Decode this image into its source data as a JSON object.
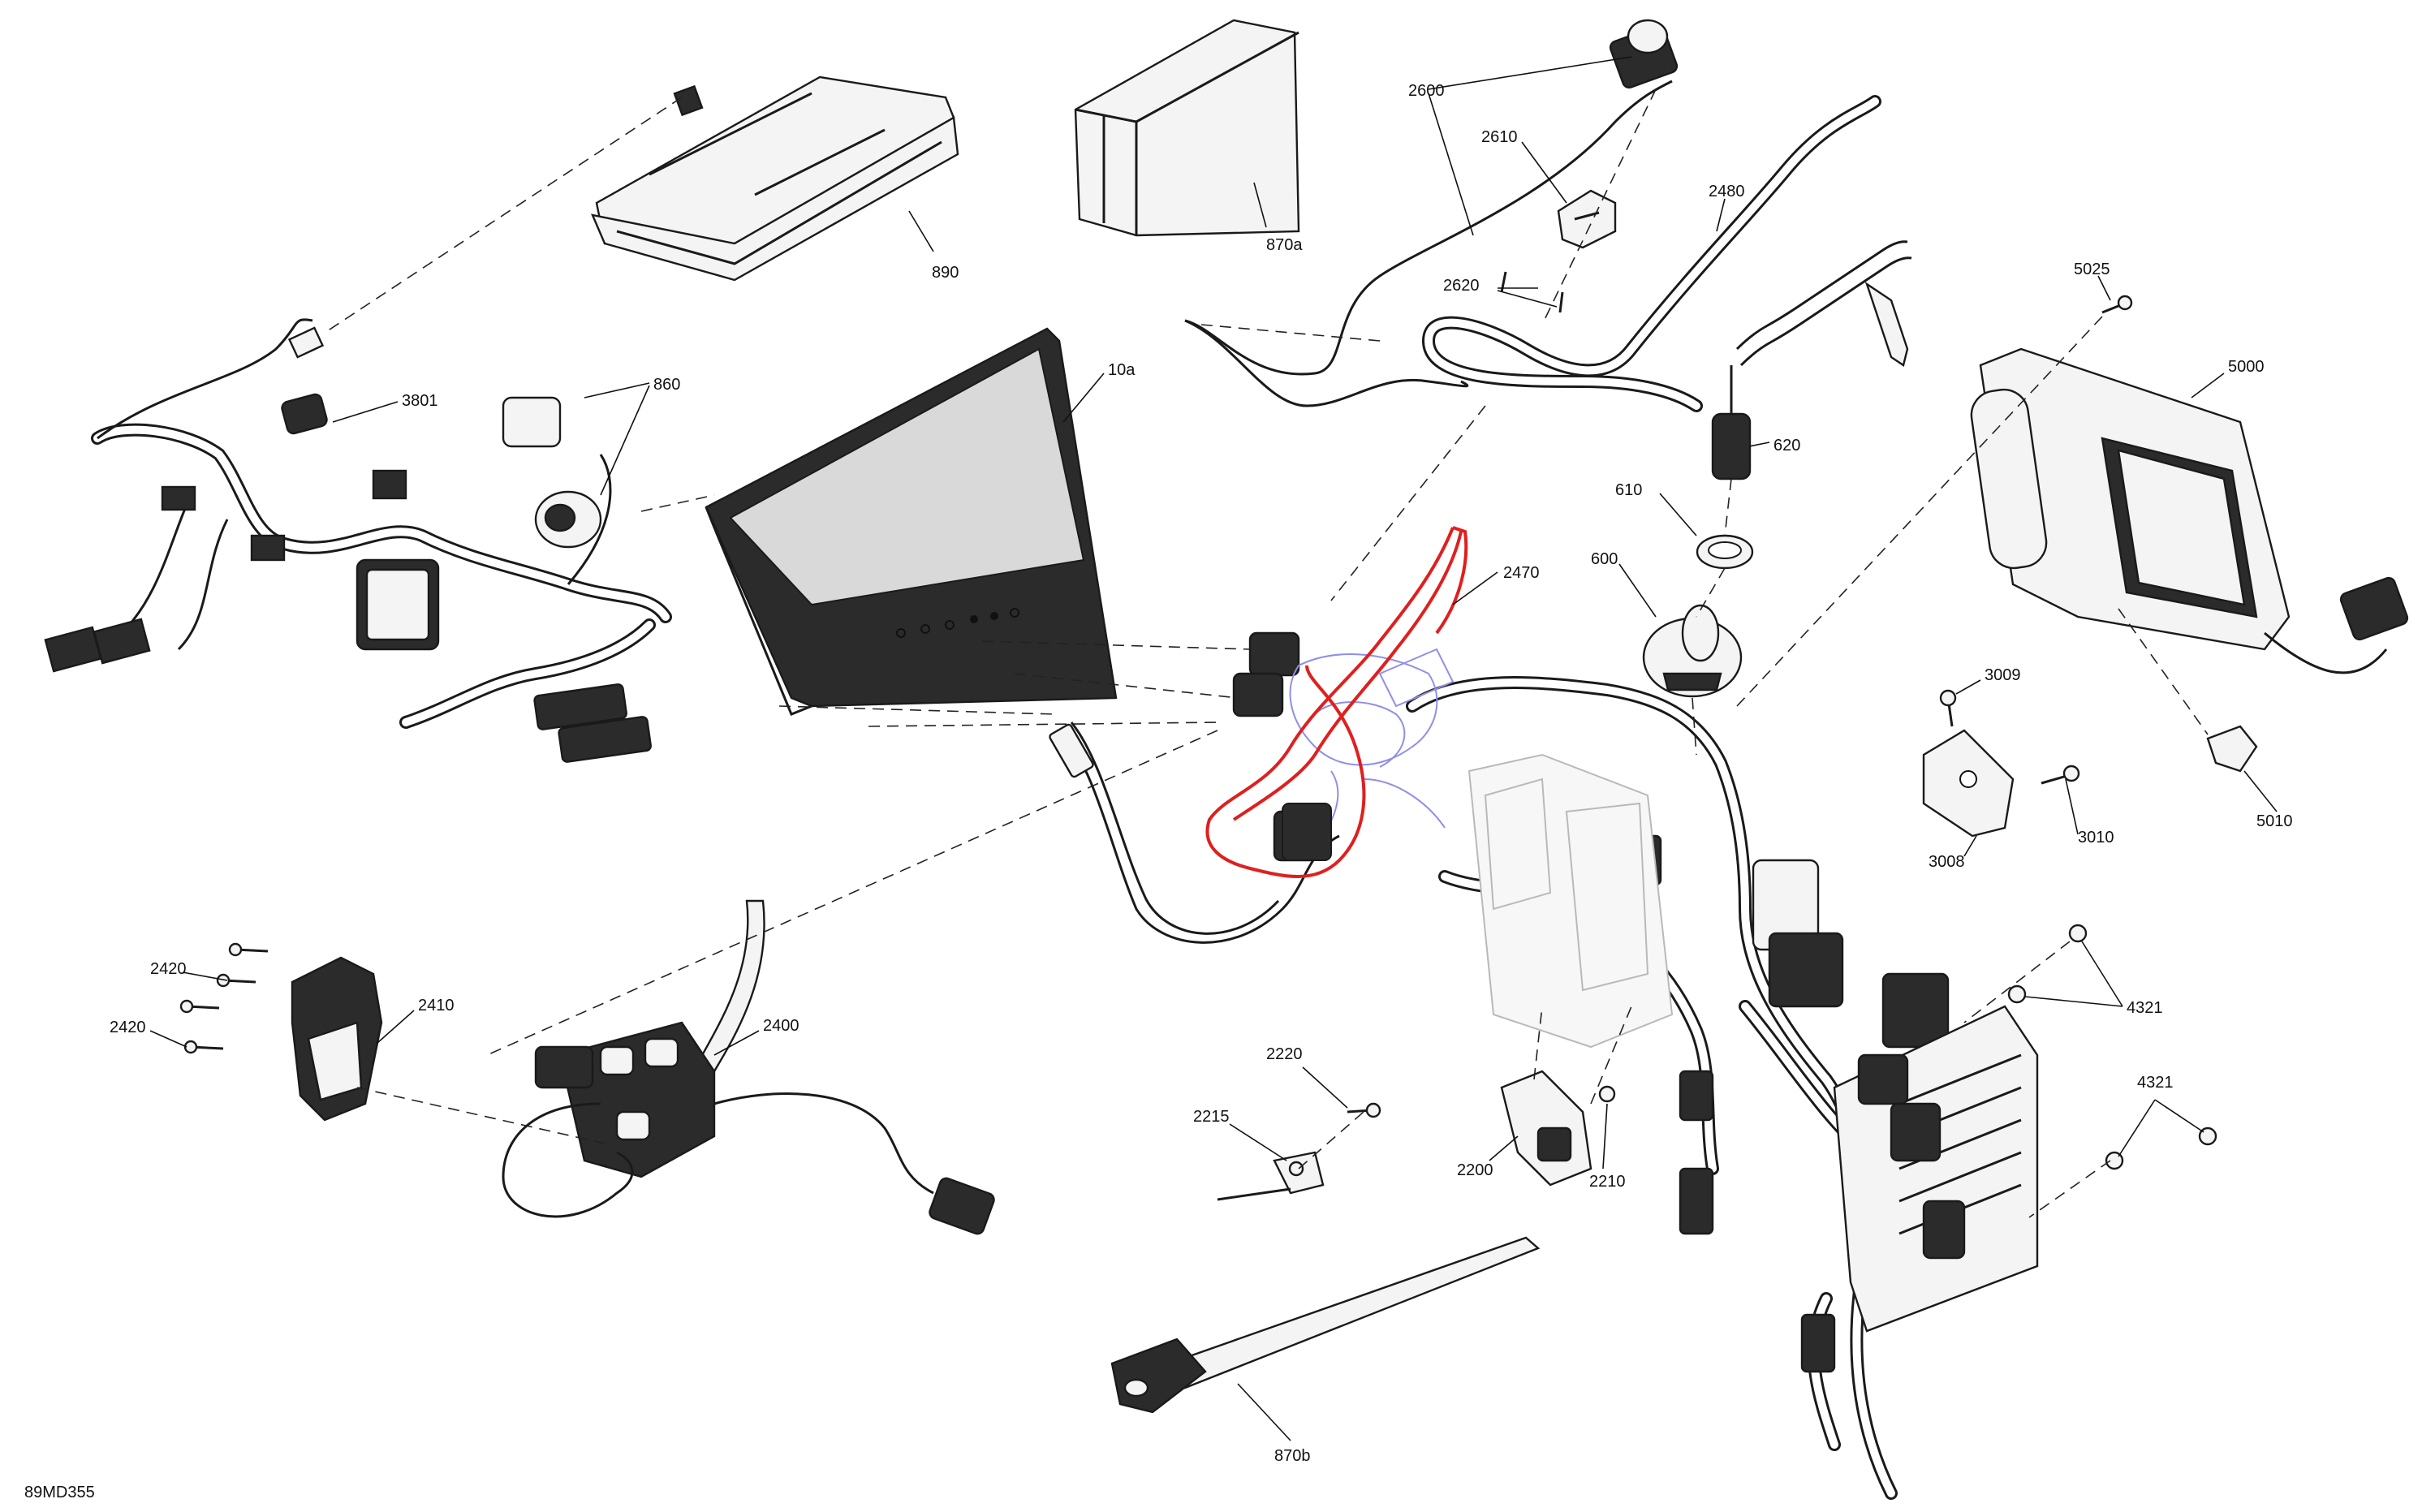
{
  "drawing_code": "89MD355",
  "callouts": {
    "p890": "890",
    "p870a": "870a",
    "p2600": "2600",
    "p2610": "2610",
    "p2620": "2620",
    "p2480": "2480",
    "p5025": "5025",
    "p5000": "5000",
    "p3801": "3801",
    "p860": "860",
    "p10a": "10a",
    "p620": "620",
    "p610": "610",
    "p600": "600",
    "p2470": "2470",
    "p3009": "3009",
    "p3010": "3010",
    "p3008": "3008",
    "p5010": "5010",
    "p2420a": "2420",
    "p2420b": "2420",
    "p2410": "2410",
    "p2400": "2400",
    "p2220": "2220",
    "p2215": "2215",
    "p2200": "2200",
    "p2210": "2210",
    "p4321a": "4321",
    "p4321b": "4321",
    "p870b": "870b"
  },
  "colors": {
    "highlight": "#e01f1f",
    "ghost_overlay": "#8f8fe6",
    "line": "#1a1a1a",
    "background": "#ffffff"
  }
}
